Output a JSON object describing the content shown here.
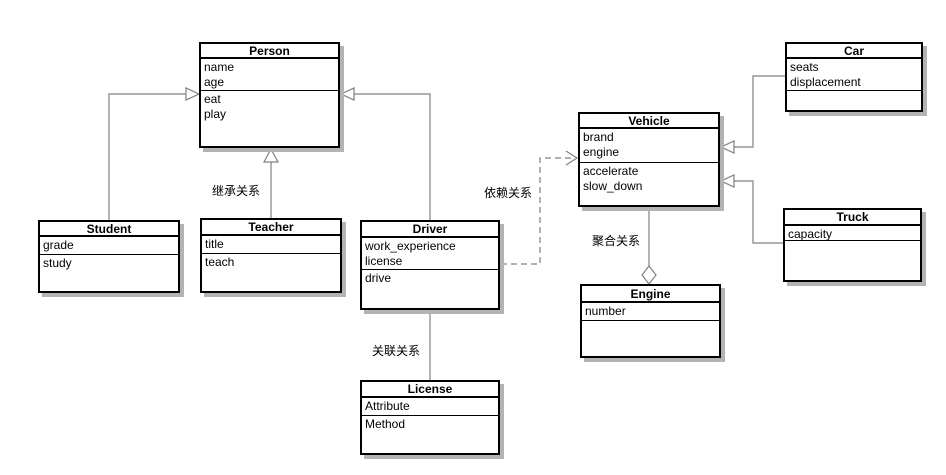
{
  "diagram": {
    "classes": {
      "person": {
        "name": "Person",
        "attributes": [
          "name",
          "age"
        ],
        "methods": [
          "eat",
          "play"
        ]
      },
      "student": {
        "name": "Student",
        "attributes": [
          "grade"
        ],
        "methods": [
          "study"
        ]
      },
      "teacher": {
        "name": "Teacher",
        "attributes": [
          "title"
        ],
        "methods": [
          "teach"
        ]
      },
      "driver": {
        "name": "Driver",
        "attributes": [
          "work_experience",
          "license"
        ],
        "methods": [
          "drive"
        ]
      },
      "license": {
        "name": "License",
        "attributes": [
          "Attribute"
        ],
        "methods": [
          "Method"
        ]
      },
      "vehicle": {
        "name": "Vehicle",
        "attributes": [
          "brand",
          "engine"
        ],
        "methods": [
          "accelerate",
          "slow_down"
        ]
      },
      "engine": {
        "name": "Engine",
        "attributes": [
          "number"
        ],
        "methods": []
      },
      "car": {
        "name": "Car",
        "attributes": [
          "seats",
          "displacement"
        ],
        "methods": []
      },
      "truck": {
        "name": "Truck",
        "attributes": [
          "capacity"
        ],
        "methods": []
      }
    },
    "labels": {
      "inheritance": "继承关系",
      "dependency": "依赖关系",
      "aggregation": "聚合关系",
      "association": "关联关系"
    },
    "relationships": [
      {
        "type": "inheritance",
        "from": "Student",
        "to": "Person"
      },
      {
        "type": "inheritance",
        "from": "Teacher",
        "to": "Person"
      },
      {
        "type": "inheritance",
        "from": "Driver",
        "to": "Person"
      },
      {
        "type": "inheritance",
        "from": "Car",
        "to": "Vehicle"
      },
      {
        "type": "inheritance",
        "from": "Truck",
        "to": "Vehicle"
      },
      {
        "type": "association",
        "from": "Driver",
        "to": "License"
      },
      {
        "type": "dependency",
        "from": "Driver",
        "to": "Vehicle"
      },
      {
        "type": "aggregation",
        "from": "Vehicle",
        "to": "Engine"
      }
    ],
    "colors": {
      "box_border": "#000000",
      "box_fill": "#ffffff",
      "connector": "#808080",
      "shadow": "#b3b3b3",
      "background": "#ffffff",
      "text": "#000000"
    }
  }
}
